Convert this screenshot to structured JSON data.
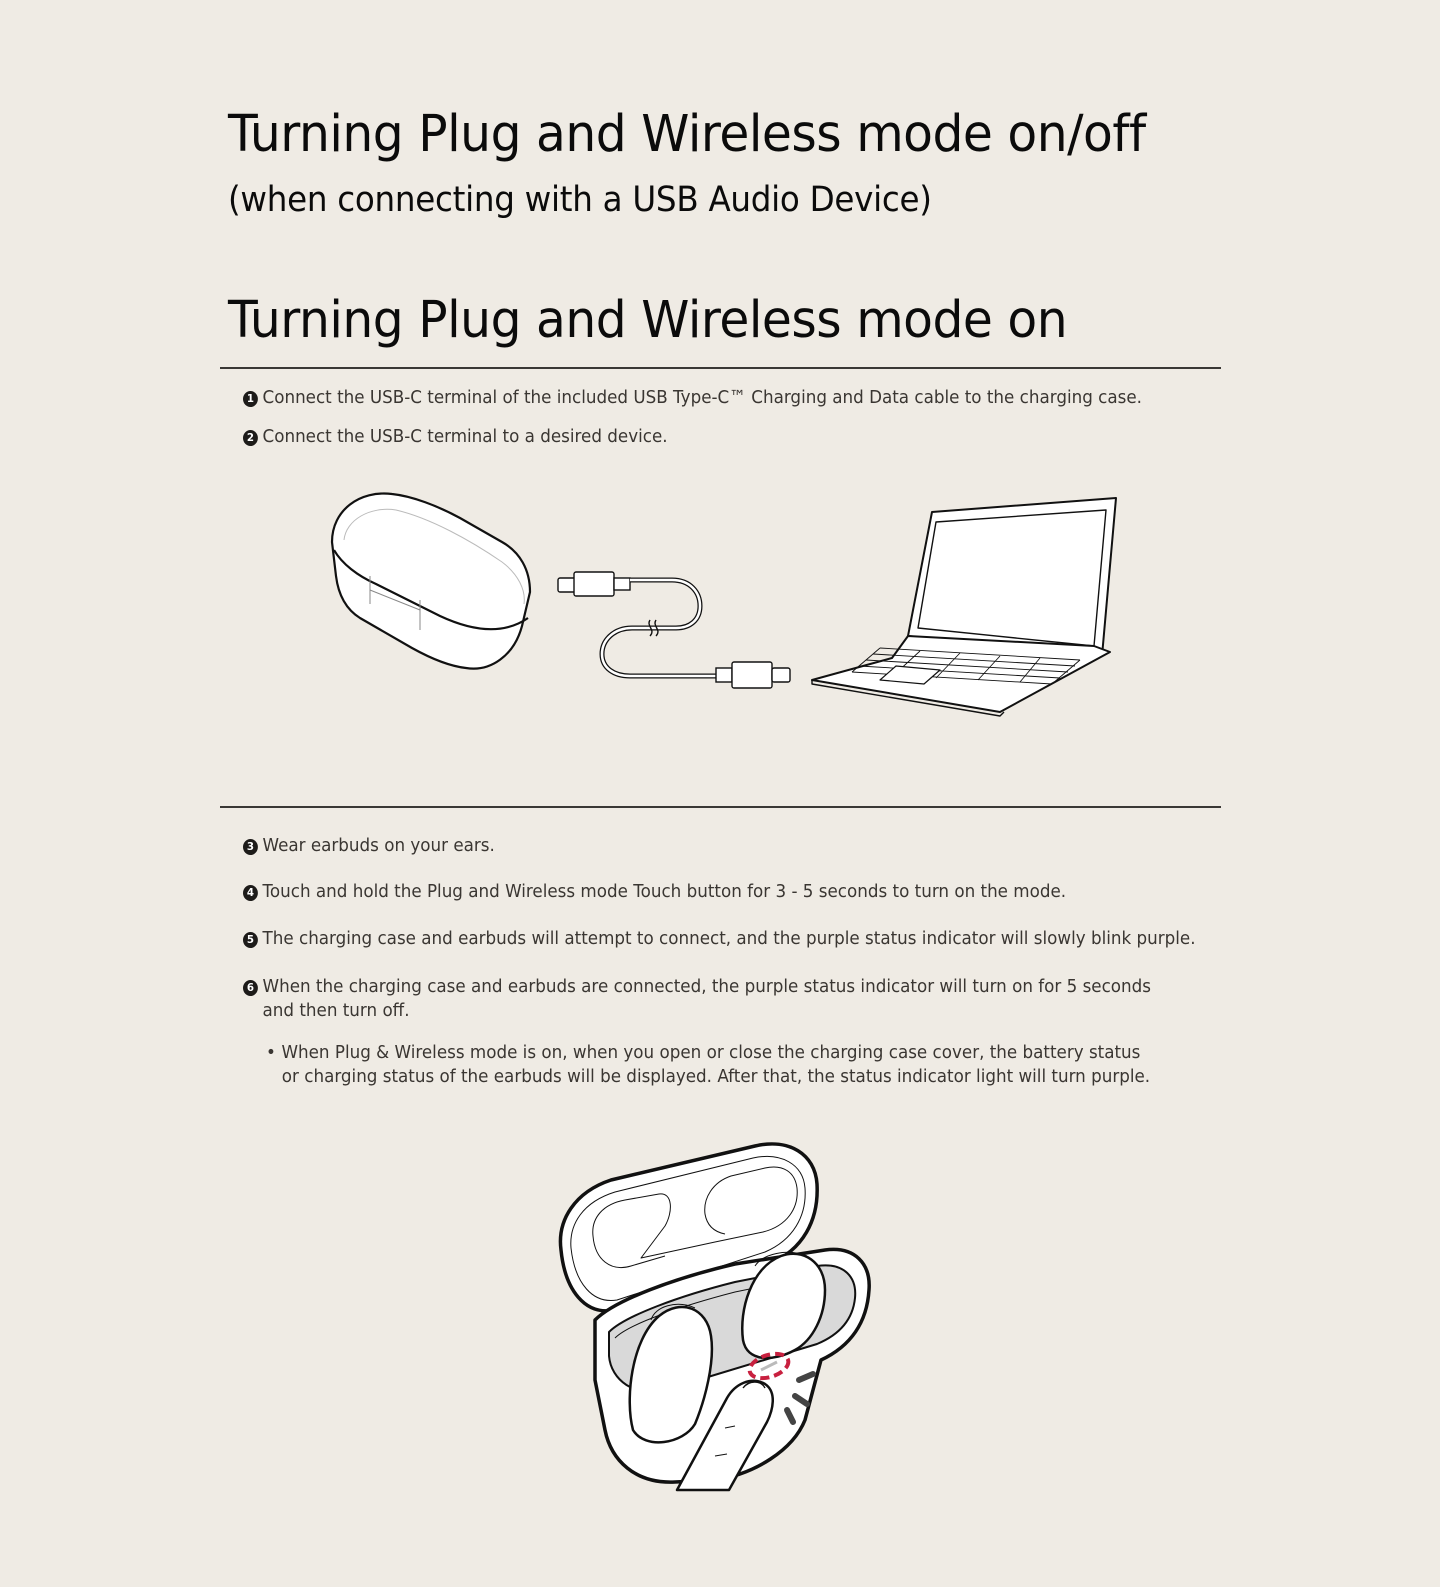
{
  "header": {
    "title": "Turning Plug and Wireless mode on/off",
    "subtitle": "(when connecting with a USB Audio Device)"
  },
  "section": {
    "title": "Turning Plug and Wireless mode on"
  },
  "steps_connect": [
    {
      "num": "1",
      "text": "Connect the USB-C terminal of the included USB Type-C™ Charging and Data cable to the charging case."
    },
    {
      "num": "2",
      "text": "Connect the USB-C terminal to a desired device."
    }
  ],
  "illustration_connect": {
    "items": [
      "charging-case",
      "usb-c-cable",
      "laptop"
    ]
  },
  "steps_mode": [
    {
      "num": "3",
      "text": "Wear earbuds on your ears."
    },
    {
      "num": "4",
      "text": "Touch and hold the Plug and Wireless mode Touch button for 3 - 5 seconds to turn on the mode."
    },
    {
      "num": "5",
      "text": "The charging case and earbuds will attempt to connect, and the purple status indicator will slowly blink purple."
    },
    {
      "num": "6",
      "text": "When the charging case and earbuds are connected, the purple status indicator will turn on for 5 seconds",
      "text_cont": "and then turn off."
    }
  ],
  "note": {
    "bullet": "•",
    "line1": "When Plug & Wireless mode is on, when you open or close the charging case cover, the battery status",
    "line2": "or charging status of the earbuds will be displayed. After that, the status indicator light will turn purple."
  },
  "illustration_touch": {
    "items": [
      "open-charging-case",
      "earbuds",
      "finger-touch",
      "touch-button-highlight"
    ]
  },
  "colors": {
    "background": "#efebe4",
    "text": "#3a3632",
    "heading": "#0b0b0b",
    "divider": "#3a3835",
    "highlight": "#c8203f"
  }
}
